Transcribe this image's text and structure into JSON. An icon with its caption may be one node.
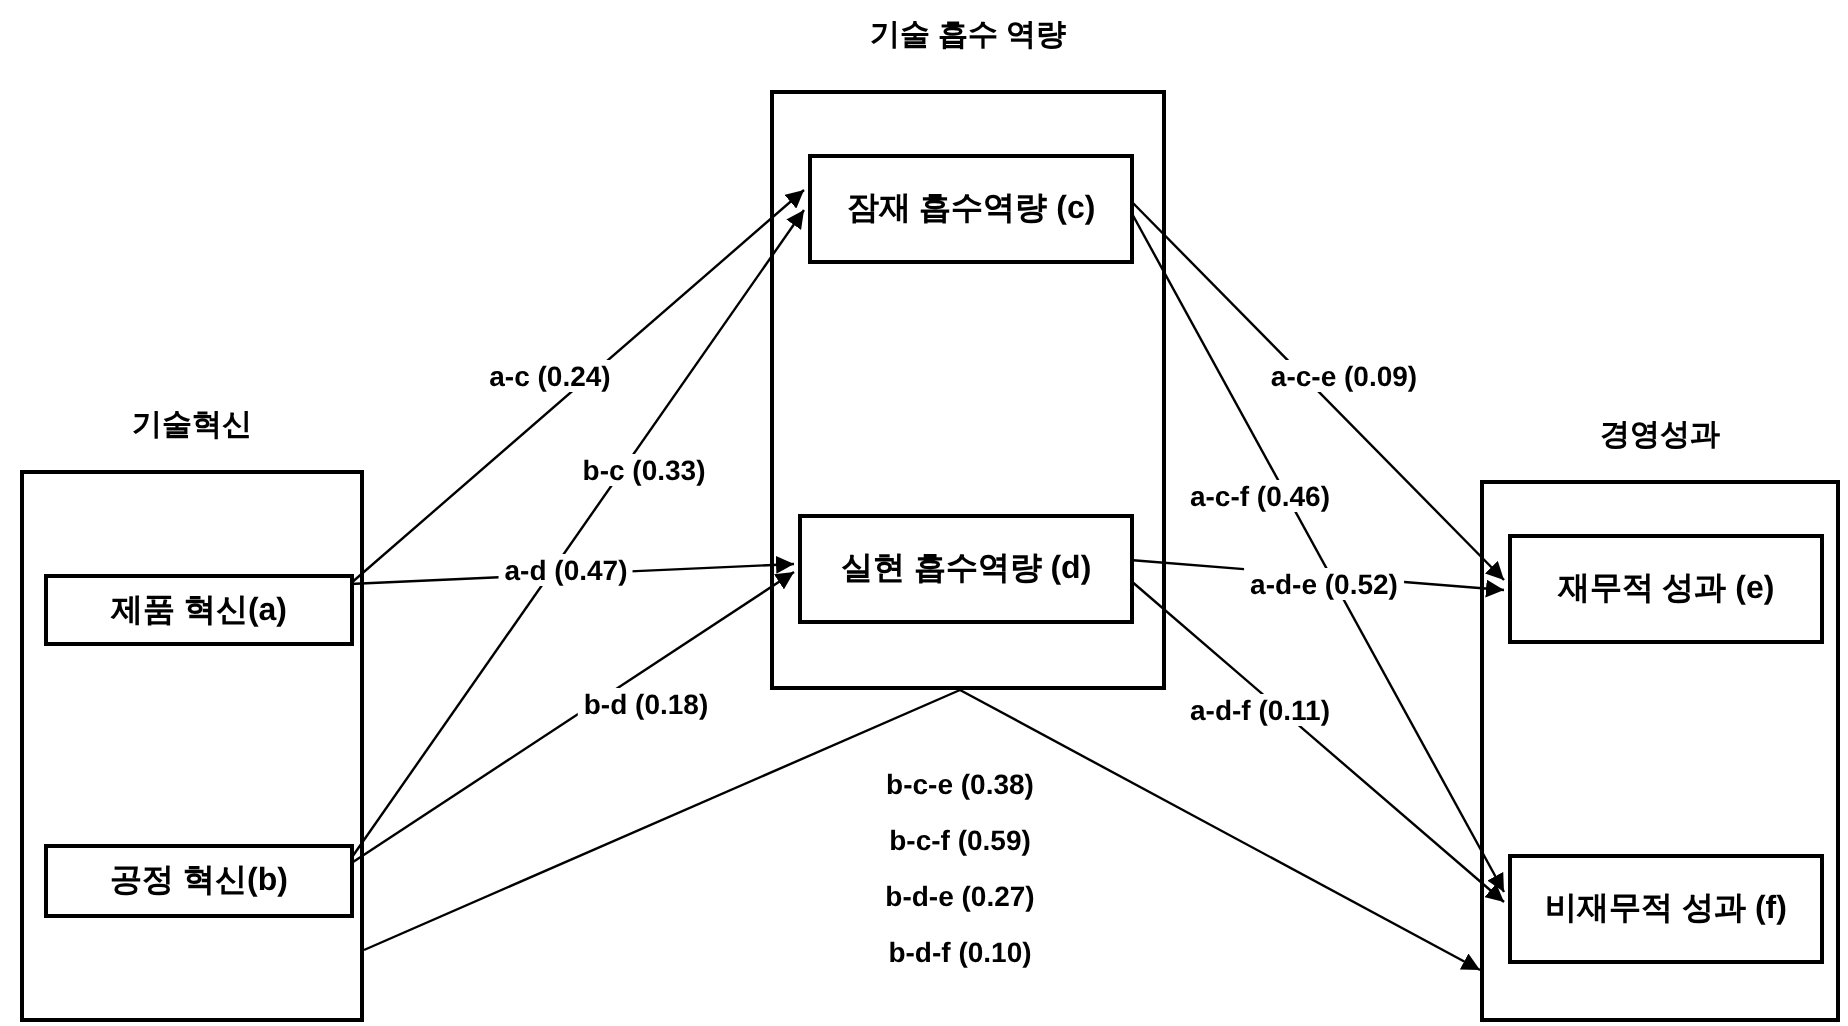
{
  "diagram": {
    "nodes": [
      {
        "text": [
          "기술혁신"
        ]
      },
      {
        "text": [
          "제품 혁신(a)"
        ],
        "in": 0
      },
      {
        "text": [
          "공정 혁신(b)"
        ],
        "in": 0
      },
      {
        "text": [
          "기술 흡수 역량"
        ]
      },
      {
        "text": [
          "잠재 흡수역량 (c)"
        ],
        "in": 3
      },
      {
        "text": [
          "실현 흡수역량 (d)"
        ],
        "in": 3
      },
      {
        "text": [
          "경영성과"
        ]
      },
      {
        "text": [
          "재무적 성과 (e)"
        ],
        "in": 6
      },
      {
        "text": [
          "비재무적 성과 (f)"
        ],
        "in": 6
      }
    ],
    "edges": [
      {
        "from": 1,
        "to": 4,
        "arrow": "to",
        "label": "a-c (0.24)"
      },
      {
        "from": 2,
        "to": 4,
        "arrow": "to",
        "label": "b-c (0.33)"
      },
      {
        "from": 1,
        "to": 5,
        "arrow": "to",
        "label": "a-d (0.47)"
      },
      {
        "from": 2,
        "to": 5,
        "arrow": "to",
        "label": "b-d (0.18)"
      },
      {
        "from": 4,
        "to": 7,
        "arrow": "to",
        "label": "a-c-e (0.09)"
      },
      {
        "from": 4,
        "to": 8,
        "arrow": "to",
        "label": "a-c-f (0.46)"
      },
      {
        "from": 5,
        "to": 7,
        "arrow": "to",
        "label": "a-d-e (0.52)"
      },
      {
        "from": 5,
        "to": 8,
        "arrow": "to",
        "label": "a-d-f (0.11)"
      },
      {
        "from": 0,
        "to": 3,
        "arrow": "none"
      },
      {
        "from": 3,
        "to": 6,
        "arrow": "to"
      }
    ],
    "labels": [
      "b-c-e (0.38)",
      "b-c-f (0.59)",
      "b-d-e (0.27)",
      "b-d-f (0.10)"
    ]
  }
}
